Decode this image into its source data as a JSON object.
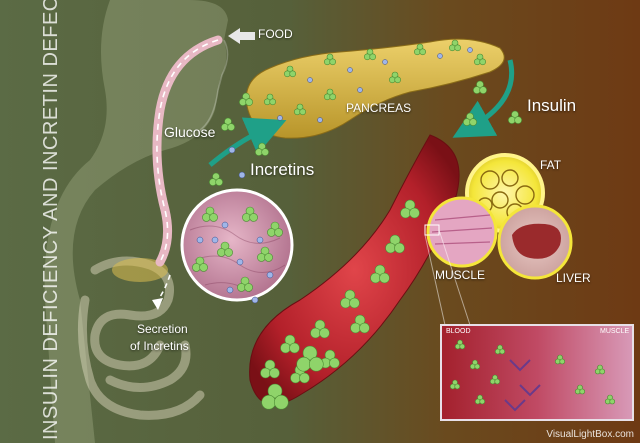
{
  "title": "INSULIN DEFICIENCY AND INCRETIN DEFECT",
  "labels": {
    "food": "FOOD",
    "pancreas": "PANCREAS",
    "insulin": "Insulin",
    "glucose": "Glucose",
    "incretins": "Incretins",
    "fat": "FAT",
    "muscle": "MUSCLE",
    "liver": "LIVER",
    "secretion_line1": "Secretion",
    "secretion_line2": "of Incretins",
    "inset_blood": "BLOOD",
    "inset_muscle": "MUSCLE"
  },
  "credit": "VisualLightBox.com",
  "colors": {
    "background_left": "#5b6b45",
    "background_right": "#6e3a14",
    "pancreas": "#d8b63e",
    "blood_vessel": "#b3202a",
    "glucose": "#8fd46a",
    "incretin": "#9fb6e8",
    "arrow_teal": "#1fa088",
    "fat_glow": "#f4e63a"
  },
  "icons": [
    "arrow-left-icon",
    "glucose-molecule-icon",
    "incretin-dot-icon"
  ]
}
